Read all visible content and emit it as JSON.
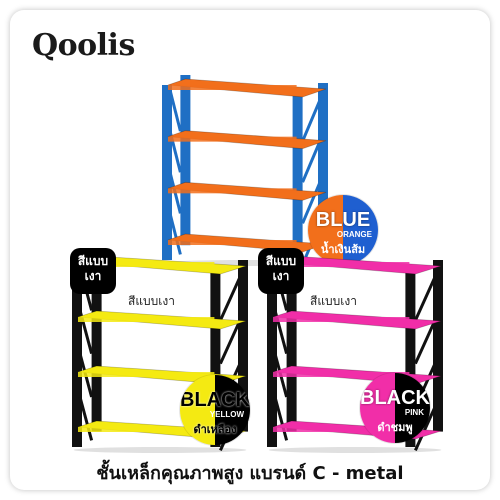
{
  "brand": {
    "logo_text": "Qoolis"
  },
  "products": [
    {
      "id": "blue-orange",
      "badge_big": "BLUE",
      "badge_small": "ORANGE",
      "badge_thai": "น้ำเงินส้ม",
      "frame_color": "#1f6fc4",
      "shelf_color": "#f26f1b",
      "badge_left_color": "#f26f1b",
      "badge_right_color": "#1f5fd0"
    },
    {
      "id": "black-yellow",
      "tag_text": "สีแบบ\nเงา",
      "label": "สีแบบเงา",
      "badge_big": "BLACK",
      "badge_small": "YELLOW",
      "badge_thai": "ดำเหลือง",
      "frame_color": "#111111",
      "shelf_color": "#f4ea12",
      "badge_left_color": "#f4ea12",
      "badge_right_color": "#000000"
    },
    {
      "id": "black-pink",
      "tag_text": "สีแบบ\nเงา",
      "label": "สีแบบเงา",
      "badge_big": "BLACK",
      "badge_small": "PINK",
      "badge_thai": "ดำชมพู",
      "frame_color": "#111111",
      "shelf_color": "#f12ea8",
      "badge_left_color": "#f12ea8",
      "badge_right_color": "#000000"
    }
  ],
  "footer": {
    "text": "ชั้นเหล็กคุณภาพสูง แบรนด์ C - metal"
  }
}
